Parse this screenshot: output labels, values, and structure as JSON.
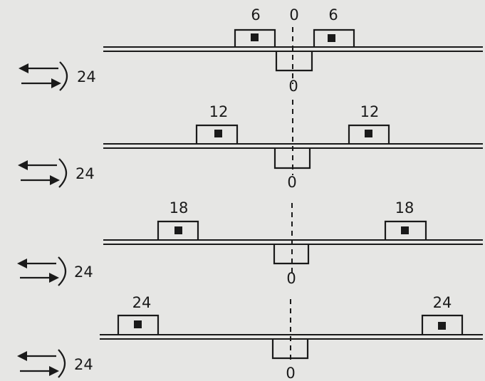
{
  "rows": [
    {
      "left_value": "6",
      "right_value": "6",
      "center_top": "0",
      "center_bottom": "0",
      "torque": "24"
    },
    {
      "left_value": "12",
      "right_value": "12",
      "center_top": "",
      "center_bottom": "0",
      "torque": "24"
    },
    {
      "left_value": "18",
      "right_value": "18",
      "center_top": "",
      "center_bottom": "0",
      "torque": "24"
    },
    {
      "left_value": "24",
      "right_value": "24",
      "center_top": "",
      "center_bottom": "0",
      "torque": "24"
    }
  ],
  "colors": {
    "ink": "#1a1a1a",
    "background": "#e6e6e4"
  },
  "icons": {
    "balance_arrows": "double-arrow-icon"
  }
}
